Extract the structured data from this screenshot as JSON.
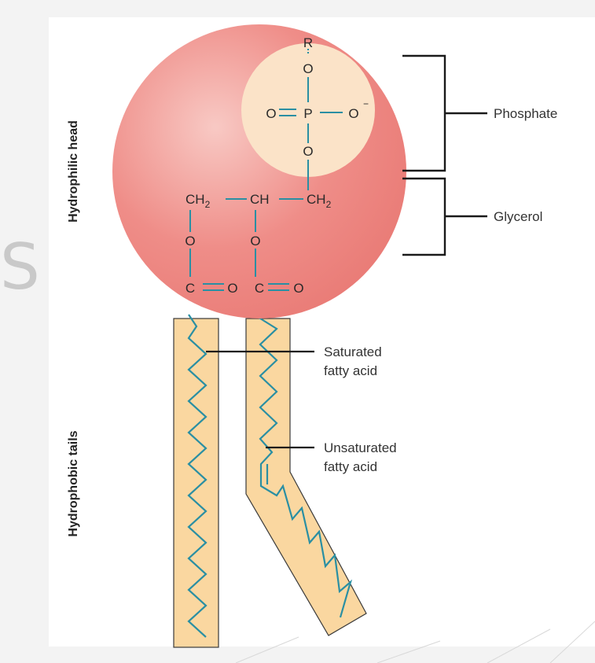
{
  "side_labels": {
    "head": "Hydrophilic head",
    "tails": "Hydrophobic tails"
  },
  "labels": {
    "phosphate": "Phosphate",
    "glycerol": "Glycerol",
    "saturated_line1": "Saturated",
    "saturated_line2": "fatty acid",
    "unsaturated_line1": "Unsaturated",
    "unsaturated_line2": "fatty acid"
  },
  "chemistry": {
    "R": "R",
    "O": "O",
    "P": "P",
    "O_minus": "O",
    "minus": "−",
    "CH2": "CH",
    "CH": "CH",
    "subscript_2": "2",
    "C": "C"
  },
  "background_fragment": "S",
  "colors": {
    "head_fill": "#ef8d88",
    "phosphate_fill": "#fbe3c8",
    "tail_fill": "#fad7a0",
    "bond": "#2a8fa3",
    "bracket": "#1a1a1a"
  },
  "icons": {
    "double_bond": "double-bond-icon"
  }
}
